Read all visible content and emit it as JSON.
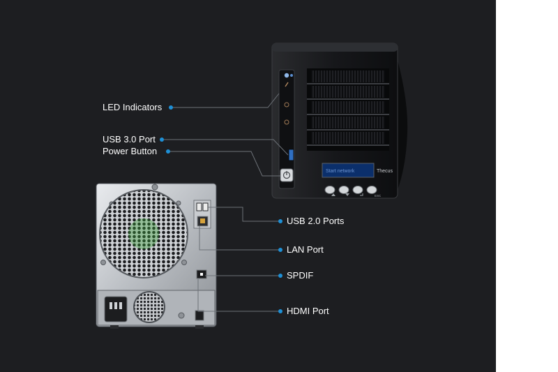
{
  "colors": {
    "background": "#1d1e21",
    "right_margin": "#ffffff",
    "accent_dot": "#1e90d6",
    "leader_line": "#6d7278",
    "label_text": "#ffffff"
  },
  "front_unit": {
    "lcd_text": "Start network",
    "brand_label": "Thecus",
    "esc_label": "ESC"
  },
  "callouts": {
    "led_indicators": "LED Indicators",
    "usb3_port": "USB 3.0 Port",
    "power_button": "Power Button",
    "usb2_ports": "USB 2.0 Ports",
    "lan_port": "LAN Port",
    "spdif": "SPDIF",
    "hdmi_port": "HDMI Port"
  }
}
